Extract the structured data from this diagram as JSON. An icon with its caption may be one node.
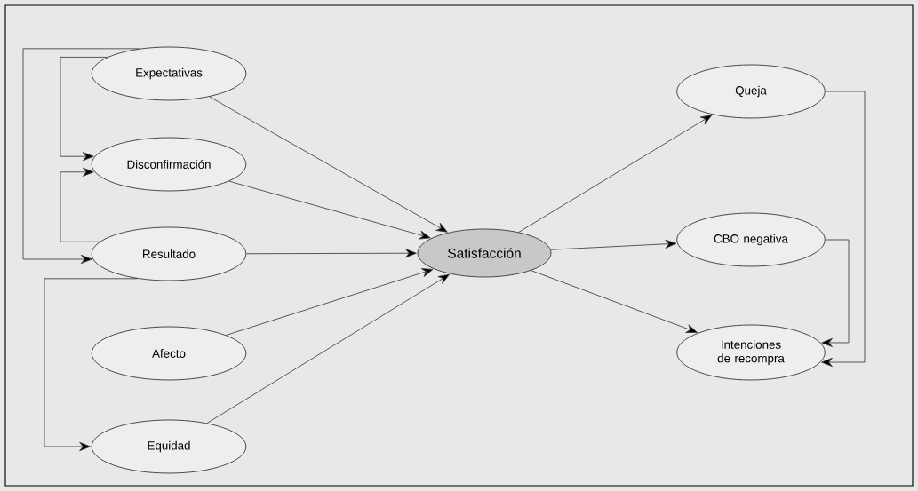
{
  "diagram": {
    "nodes": [
      {
        "text": [
          "Expectativas"
        ]
      },
      {
        "text": [
          "Disconfirmación"
        ]
      },
      {
        "text": [
          "Resultado"
        ]
      },
      {
        "text": [
          "Afecto"
        ]
      },
      {
        "text": [
          "Equidad"
        ]
      },
      {
        "text": [
          "Satisfacción"
        ]
      },
      {
        "text": [
          "Queja"
        ]
      },
      {
        "text": [
          "CBO negativa"
        ]
      },
      {
        "text": [
          "Intenciones de recompra"
        ]
      }
    ],
    "edges": [
      {
        "from": 0,
        "to": 5,
        "arrow": "to"
      },
      {
        "from": 1,
        "to": 5,
        "arrow": "to"
      },
      {
        "from": 2,
        "to": 5,
        "arrow": "to"
      },
      {
        "from": 3,
        "to": 5,
        "arrow": "to"
      },
      {
        "from": 4,
        "to": 5,
        "arrow": "to"
      },
      {
        "from": 5,
        "to": 6,
        "arrow": "to"
      },
      {
        "from": 5,
        "to": 7,
        "arrow": "to"
      },
      {
        "from": 5,
        "to": 8,
        "arrow": "to"
      },
      {
        "from": 0,
        "to": 2,
        "arrow": "to"
      },
      {
        "from": 0,
        "to": 1,
        "arrow": "to"
      },
      {
        "from": 2,
        "to": 1,
        "arrow": "to"
      },
      {
        "from": 2,
        "to": 4,
        "arrow": "to"
      },
      {
        "from": 6,
        "to": 8,
        "arrow": "to"
      },
      {
        "from": 7,
        "to": 8,
        "arrow": "to"
      }
    ]
  }
}
